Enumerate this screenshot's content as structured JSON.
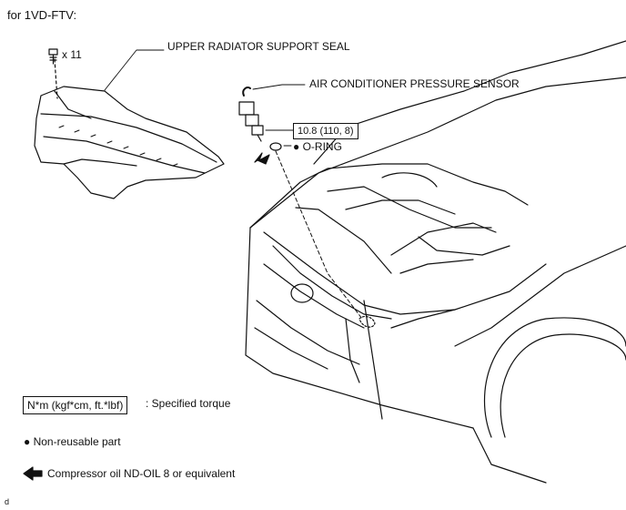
{
  "header": {
    "title": "for 1VD-FTV:"
  },
  "parts": {
    "bolt_qty": "x 11",
    "seal_label": "UPPER RADIATOR SUPPORT SEAL",
    "sensor_label": "AIR CONDITIONER PRESSURE SENSOR",
    "torque_value": "10.8 (110, 8)",
    "oring_label": "● O-RING"
  },
  "legend": {
    "torque_box": "N*m (kgf*cm, ft.*lbf)",
    "torque_text": ": Specified torque",
    "nonreusable": "● Non-reusable part",
    "oil_text": "Compressor oil ND-OIL 8 or equivalent"
  },
  "footer": {
    "code": "d"
  },
  "colors": {
    "ink": "#111111",
    "paper": "#ffffff"
  }
}
